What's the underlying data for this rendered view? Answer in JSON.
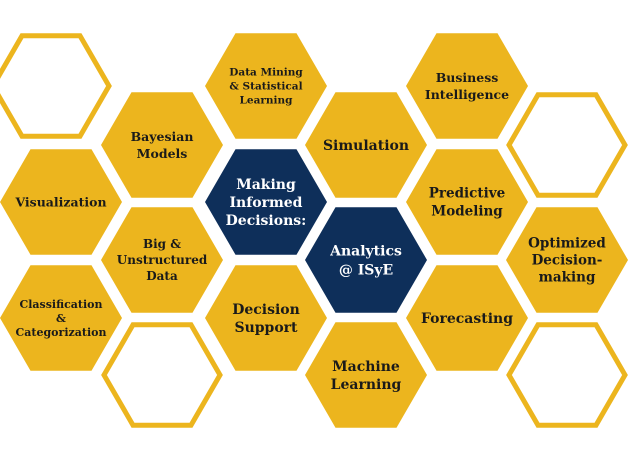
{
  "diagram": {
    "colors": {
      "gold": "#ECB51E",
      "navy": "#0E2F5A",
      "outline_fill": "#FFFFFF",
      "dark_text": "#1A1A1A",
      "light_text": "#FFFFFF"
    },
    "hexagons": [
      {
        "id": "empty-top-left",
        "lines": [],
        "style": "outline"
      },
      {
        "id": "data-mining",
        "lines": [
          "Data Mining",
          "& Statistical",
          "Learning"
        ],
        "style": "gold"
      },
      {
        "id": "business-intelligence",
        "lines": [
          "Business",
          "Intelligence"
        ],
        "style": "gold"
      },
      {
        "id": "bayesian-models",
        "lines": [
          "Bayesian",
          "Models"
        ],
        "style": "gold"
      },
      {
        "id": "simulation",
        "lines": [
          "Simulation"
        ],
        "style": "gold"
      },
      {
        "id": "empty-right-top",
        "lines": [],
        "style": "outline"
      },
      {
        "id": "visualization",
        "lines": [
          "Visualization"
        ],
        "style": "gold"
      },
      {
        "id": "making-informed-decisions",
        "lines": [
          "Making",
          "Informed",
          "Decisions:"
        ],
        "style": "navy"
      },
      {
        "id": "predictive-modeling",
        "lines": [
          "Predictive",
          "Modeling"
        ],
        "style": "gold"
      },
      {
        "id": "big-unstructured-data",
        "lines": [
          "Big &",
          "Unstructured",
          "Data"
        ],
        "style": "gold"
      },
      {
        "id": "analytics-isye",
        "lines": [
          "Analytics",
          "@ ISyE"
        ],
        "style": "navy"
      },
      {
        "id": "optimized-decision-making",
        "lines": [
          "Optimized",
          "Decision-",
          "making"
        ],
        "style": "gold"
      },
      {
        "id": "classification-categorization",
        "lines": [
          "Classification",
          "&",
          "Categorization"
        ],
        "style": "gold"
      },
      {
        "id": "decision-support",
        "lines": [
          "Decision",
          "Support"
        ],
        "style": "gold"
      },
      {
        "id": "forecasting",
        "lines": [
          "Forecasting"
        ],
        "style": "gold"
      },
      {
        "id": "empty-bottom-left",
        "lines": [],
        "style": "outline"
      },
      {
        "id": "machine-learning",
        "lines": [
          "Machine",
          "Learning"
        ],
        "style": "gold"
      },
      {
        "id": "empty-right-bottom",
        "lines": [],
        "style": "outline"
      }
    ]
  }
}
